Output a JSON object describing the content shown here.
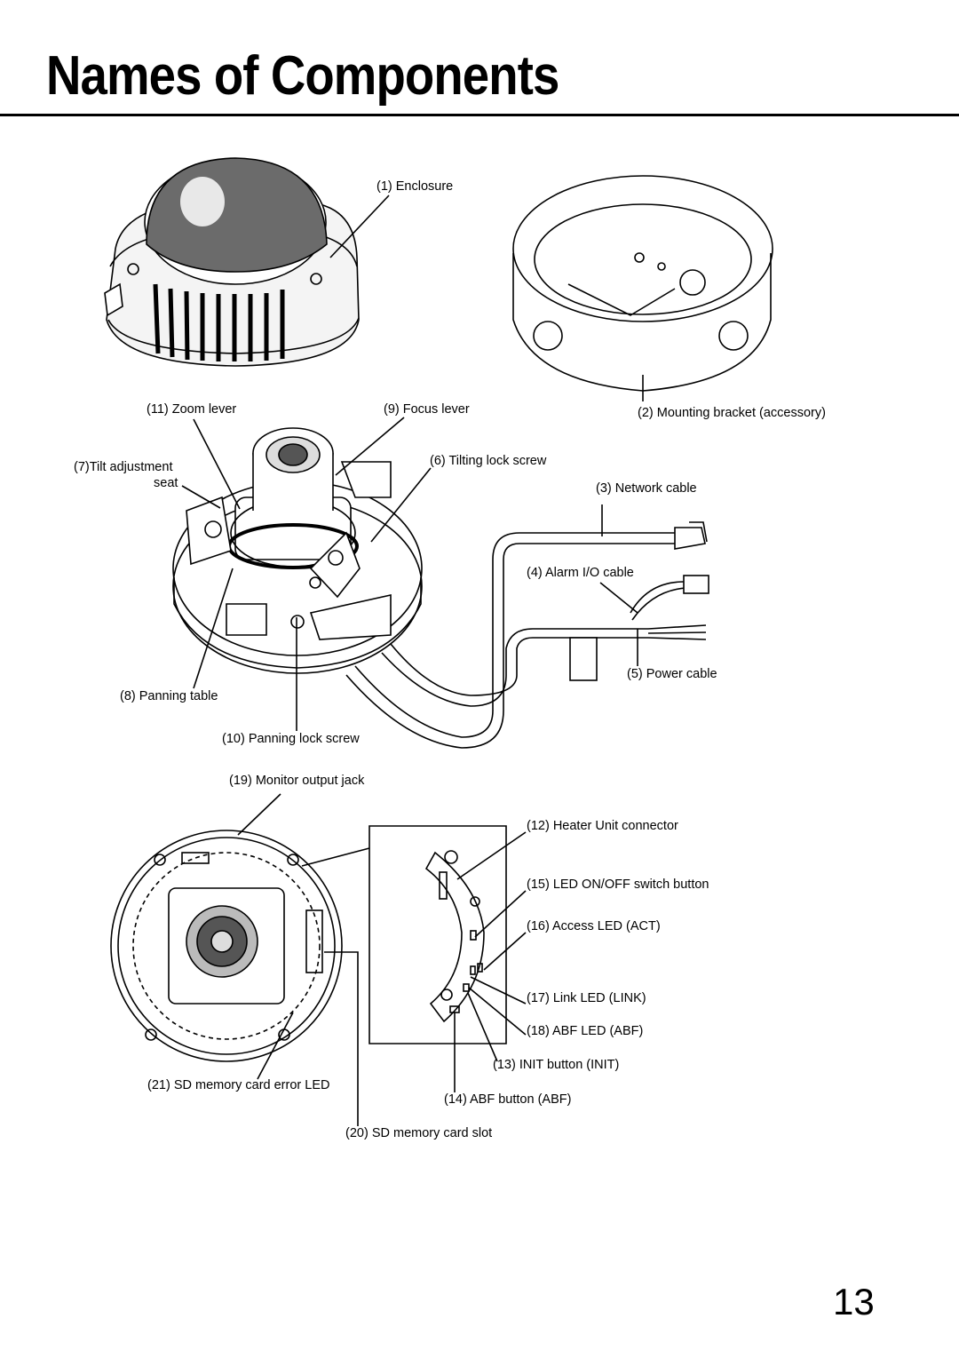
{
  "page": {
    "title": "Names of Components",
    "page_number": "13"
  },
  "labels": {
    "enclosure": "(1) Enclosure",
    "mounting_bracket": "(2) Mounting bracket (accessory)",
    "network_cable": "(3) Network cable",
    "alarm_io_cable": "(4) Alarm I/O cable",
    "power_cable": "(5) Power cable",
    "tilting_lock_screw": "(6) Tilting lock screw",
    "tilt_adjustment_seat_1": "(7)Tilt adjustment",
    "tilt_adjustment_seat_2": "seat",
    "panning_table": "(8) Panning table",
    "focus_lever": "(9) Focus lever",
    "panning_lock_screw": "(10) Panning lock screw",
    "zoom_lever": "(11) Zoom lever",
    "heater_unit_connector": "(12) Heater Unit connector",
    "init_button": "(13) INIT button (INIT)",
    "abf_button": "(14) ABF button (ABF)",
    "led_switch_button": "(15) LED ON/OFF switch button",
    "access_led": "(16) Access LED (ACT)",
    "link_led": "(17) Link LED (LINK)",
    "abf_led": "(18) ABF LED (ABF)",
    "monitor_output_jack": "(19) Monitor output jack",
    "sd_card_slot": "(20) SD memory card slot",
    "sd_card_error_led": "(21) SD memory card error LED"
  }
}
